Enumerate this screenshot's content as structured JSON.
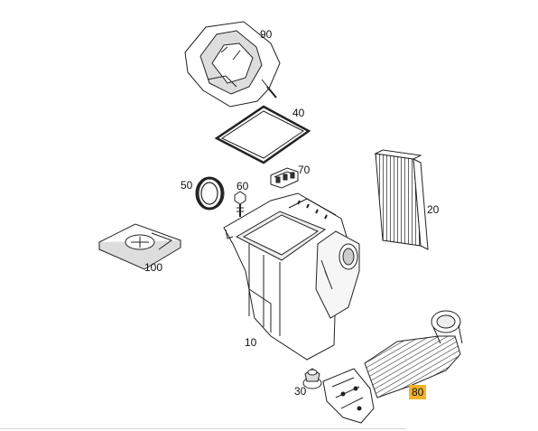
{
  "diagram": {
    "parts": [
      {
        "id": "90",
        "label": "90"
      },
      {
        "id": "40",
        "label": "40"
      },
      {
        "id": "70",
        "label": "70"
      },
      {
        "id": "50",
        "label": "50"
      },
      {
        "id": "60",
        "label": "60"
      },
      {
        "id": "20",
        "label": "20"
      },
      {
        "id": "100",
        "label": "100"
      },
      {
        "id": "10",
        "label": "10"
      },
      {
        "id": "30",
        "label": "30"
      },
      {
        "id": "80",
        "label": "80",
        "highlighted": true
      }
    ],
    "highlight_color": "#f0b428",
    "line_color": "#222222"
  }
}
